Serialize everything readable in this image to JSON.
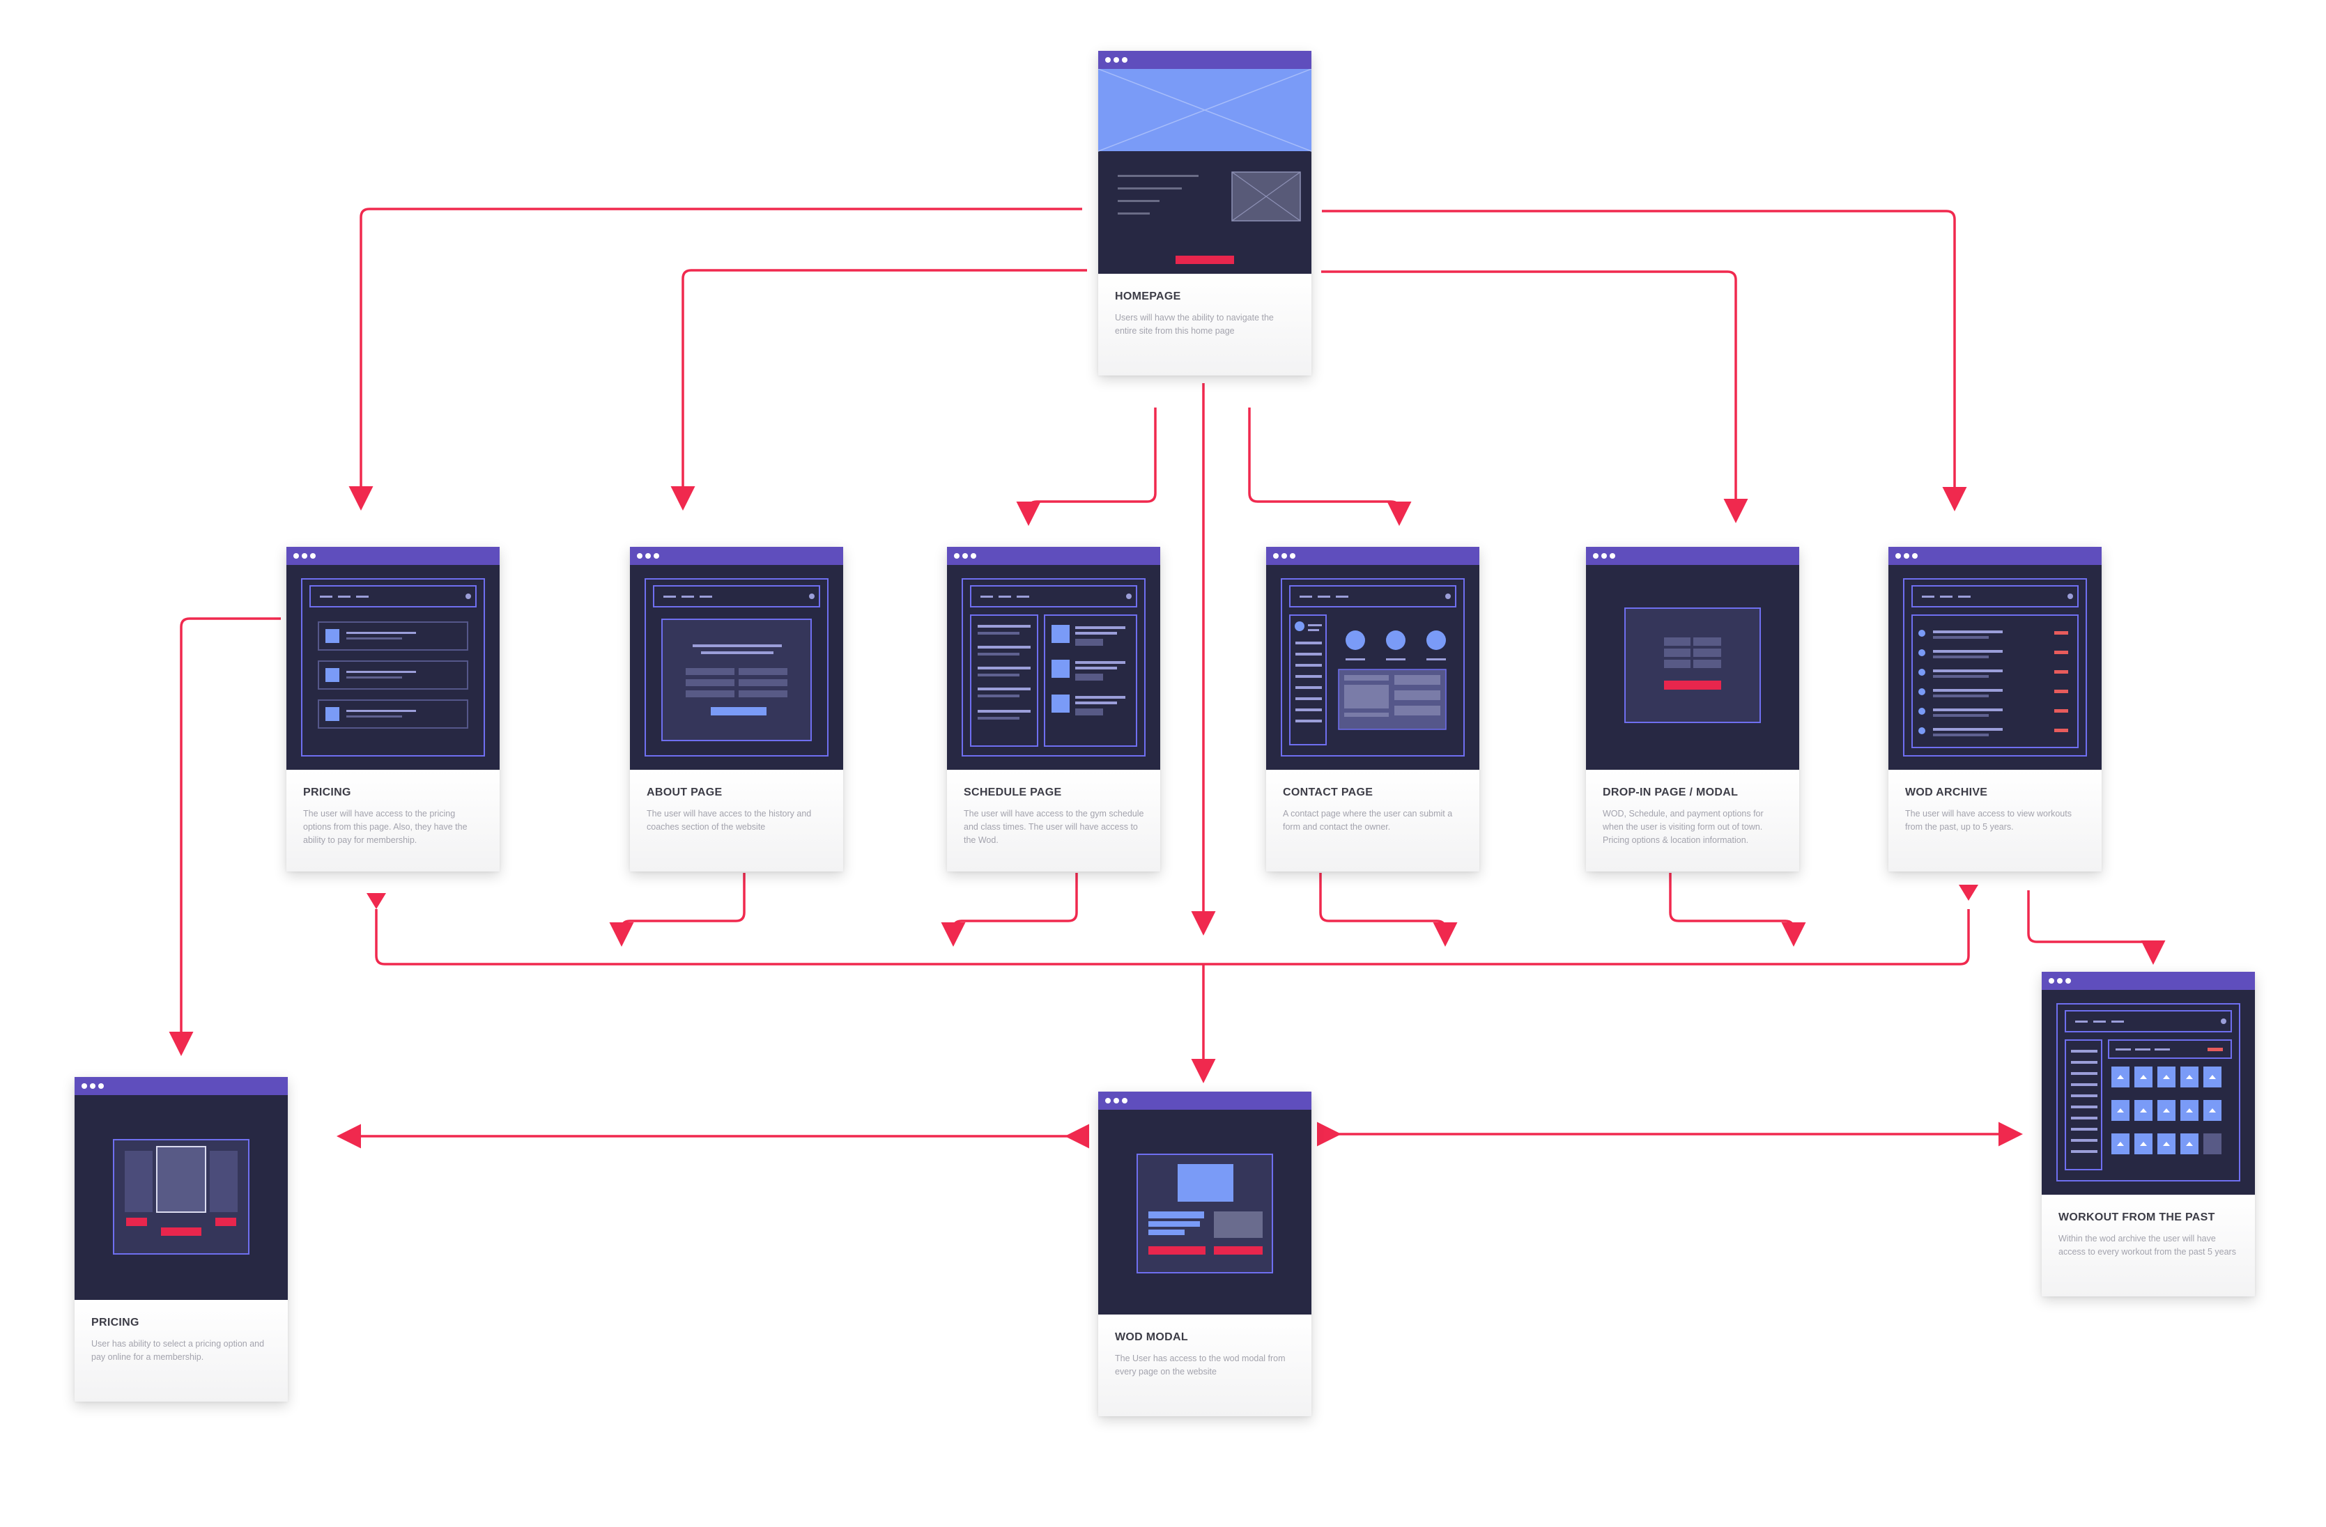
{
  "colors": {
    "connector": "#f0294e",
    "window_bar": "#5f4ebd",
    "screen_bg": "#272843",
    "wire_accent": "#6f6ff0",
    "wire_fill": "#7a9bf7",
    "cta": "#e8264d"
  },
  "nodes": {
    "homepage": {
      "title": "HOMEPAGE",
      "desc": "Users will havw the ability to navigate the entire site from this home page"
    },
    "pricing": {
      "title": "PRICING",
      "desc": "The user will have access to the pricing options from this page. Also, they have the ability to pay for membership."
    },
    "about": {
      "title": "ABOUT PAGE",
      "desc": "The user will have acces to the history and coaches section of the website"
    },
    "schedule": {
      "title": "SCHEDULE PAGE",
      "desc": "The user will have access to the gym schedule and class times. The user will have access to the Wod."
    },
    "contact": {
      "title": "CONTACT PAGE",
      "desc": "A contact page where the user can submit a form and contact the owner."
    },
    "dropin": {
      "title": "DROP-IN PAGE / MODAL",
      "desc": "WOD, Schedule, and payment options for when the user is visiting form out of town. Pricing options & location information."
    },
    "wod_archive": {
      "title": "WOD ARCHIVE",
      "desc": "The user will have access to view workouts from the past, up to 5 years."
    },
    "pricing_pay": {
      "title": "PRICING",
      "desc": "User has ability to select a pricing option and pay online for a membership."
    },
    "wod_modal": {
      "title": "WOD MODAL",
      "desc": "The User has access to the wod modal from every page on the website"
    },
    "workout_past": {
      "title": "WORKOUT FROM THE PAST",
      "desc": "Within the wod archive the user will have access to every workout from the past 5 years"
    }
  }
}
